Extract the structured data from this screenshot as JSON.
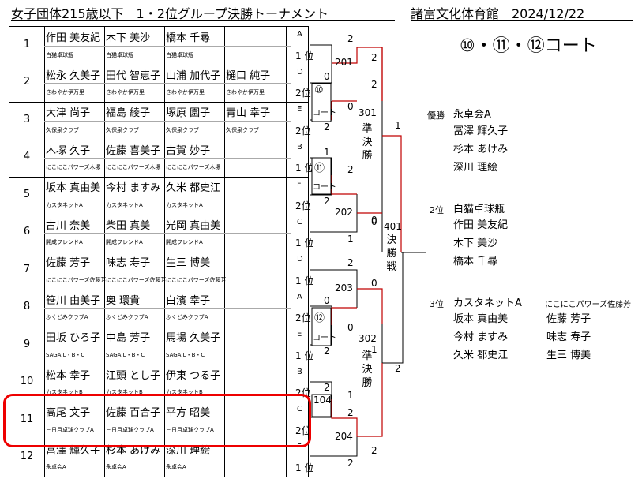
{
  "header": {
    "title": "女子団体215歳以下　1・2位グループ決勝トーナメント",
    "venue": "諸富文化体育館　2024/12/22",
    "courts": "⑩・⑪・⑫コート"
  },
  "teams": [
    {
      "seed": "1",
      "names": [
        "作田 美友紀",
        "木下 美沙",
        "橋本 千尋",
        ""
      ],
      "clubs": [
        "白猫卓球瓶",
        "白猫卓球瓶",
        "白猫卓球瓶",
        ""
      ],
      "block": "A",
      "rank": "1 位"
    },
    {
      "seed": "2",
      "names": [
        "松永 久美子",
        "田代 智恵子",
        "山浦 加代子",
        "樋口 純子"
      ],
      "clubs": [
        "さわやか伊万里",
        "さわやか伊万里",
        "さわやか伊万里",
        "さわやか伊万里"
      ],
      "block": "D",
      "rank": "2位"
    },
    {
      "seed": "3",
      "names": [
        "大津 尚子",
        "福島 綾子",
        "塚原 園子",
        "青山 幸子"
      ],
      "clubs": [
        "久保泉クラブ",
        "久保泉クラブ",
        "久保泉クラブ",
        "久保泉クラブ"
      ],
      "block": "E",
      "rank": "2位"
    },
    {
      "seed": "4",
      "names": [
        "木塚 久子",
        "佐藤 喜美子",
        "古賀 妙子",
        ""
      ],
      "clubs": [
        "にこにこパワーズ木塚",
        "にこにこパワーズ木塚",
        "にこにこパワーズ木塚",
        ""
      ],
      "block": "B",
      "rank": "1 位"
    },
    {
      "seed": "5",
      "names": [
        "坂本 真由美",
        "今村 ますみ",
        "久米 都史江",
        ""
      ],
      "clubs": [
        "カスタネットA",
        "カスタネットA",
        "カスタネットA",
        ""
      ],
      "block": "F",
      "rank": "2位"
    },
    {
      "seed": "6",
      "names": [
        "古川 奈美",
        "柴田 真美",
        "光岡 真由美",
        ""
      ],
      "clubs": [
        "開成フレンドA",
        "開成フレンドA",
        "開成フレンドA",
        ""
      ],
      "block": "C",
      "rank": "1 位"
    },
    {
      "seed": "7",
      "names": [
        "佐藤 芳子",
        "味志 寿子",
        "生三 博美",
        ""
      ],
      "clubs": [
        "にこにこパワーズ佐藤芳",
        "にこにこパワーズ佐藤芳",
        "にこにこパワーズ佐藤芳",
        ""
      ],
      "block": "D",
      "rank": "1 位"
    },
    {
      "seed": "8",
      "names": [
        "笹川 由美子",
        "奥 環貴",
        "白濱 幸子",
        ""
      ],
      "clubs": [
        "ふくどみクラブA",
        "ふくどみクラブA",
        "ふくどみクラブA",
        ""
      ],
      "block": "A",
      "rank": "2位"
    },
    {
      "seed": "9",
      "names": [
        "田坂 ひろ子",
        "中島 芳子",
        "馬場 久美子",
        ""
      ],
      "clubs": [
        "SAGA L・B・C",
        "SAGA L・B・C",
        "SAGA L・B・C",
        ""
      ],
      "block": "E",
      "rank": "1 位"
    },
    {
      "seed": "10",
      "names": [
        "松本 幸子",
        "江頭 とし子",
        "伊東 つる子",
        ""
      ],
      "clubs": [
        "カスタネットB",
        "カスタネットB",
        "カスタネットB",
        ""
      ],
      "block": "B",
      "rank": "2位"
    },
    {
      "seed": "11",
      "names": [
        "高尾 文子",
        "佐藤 百合子",
        "平方 昭美",
        ""
      ],
      "clubs": [
        "三日月卓球クラブA",
        "三日月卓球クラブA",
        "三日月卓球クラブA",
        ""
      ],
      "block": "C",
      "rank": "2位"
    },
    {
      "seed": "12",
      "names": [
        "冨澤 輝久子",
        "杉本 あけみ",
        "深川 理絵",
        ""
      ],
      "clubs": [
        "永卓会A",
        "永卓会A",
        "永卓会A",
        ""
      ],
      "block": "F",
      "rank": "1 位"
    }
  ],
  "bracket": {
    "m201": "201",
    "m202": "202",
    "m203": "203",
    "m204": "204",
    "m104": "104",
    "m301": "301",
    "m302": "302",
    "m401": "401",
    "semi": [
      "準",
      "決",
      "勝"
    ],
    "final": [
      "決",
      "勝",
      "戦"
    ],
    "court10": "⑩",
    "court11": "⑪",
    "court12": "⑫",
    "court_word": "コート",
    "scores": {
      "s201_top": "2",
      "s201_bot": "0",
      "s201_out": "2",
      "s10_top": "0",
      "s10_bot": "2",
      "s202_top": "2",
      "s202_bot": "1",
      "s202_out": "0",
      "s11_top": "1",
      "s11_bot": "2",
      "s301_top": "2",
      "s301_bot": "0",
      "s301_out": "1",
      "s203_top": "2",
      "s203_bot": "0",
      "s203_out": "0",
      "s12_top": "0",
      "s12_bot": "2",
      "s104_top": "2",
      "s104_bot": "1",
      "s204_top": "2",
      "s204_bot": "2",
      "s204_out": "2",
      "s302_top": "1",
      "s302_bot": "2",
      "s401_out": "2"
    }
  },
  "results": {
    "first_label": "優勝",
    "first_team": "永卓会A",
    "first_members": [
      "冨澤 輝久子",
      "杉本 あけみ",
      "深川 理絵"
    ],
    "second_label": "2位",
    "second_team": "白猫卓球瓶",
    "second_members": [
      "作田 美友紀",
      "木下 美沙",
      "橋本 千尋"
    ],
    "third_label": "3位",
    "third_team_a": "カスタネットA",
    "third_team_b": "にこにこパワーズ佐藤芳",
    "third_members_a": [
      "坂本 真由美",
      "今村 ますみ",
      "久米 都史江"
    ],
    "third_members_b": [
      "佐藤 芳子",
      "味志 寿子",
      "生三 博美"
    ]
  },
  "colors": {
    "bracket_win": "#c00000",
    "highlight": "#e00000"
  }
}
